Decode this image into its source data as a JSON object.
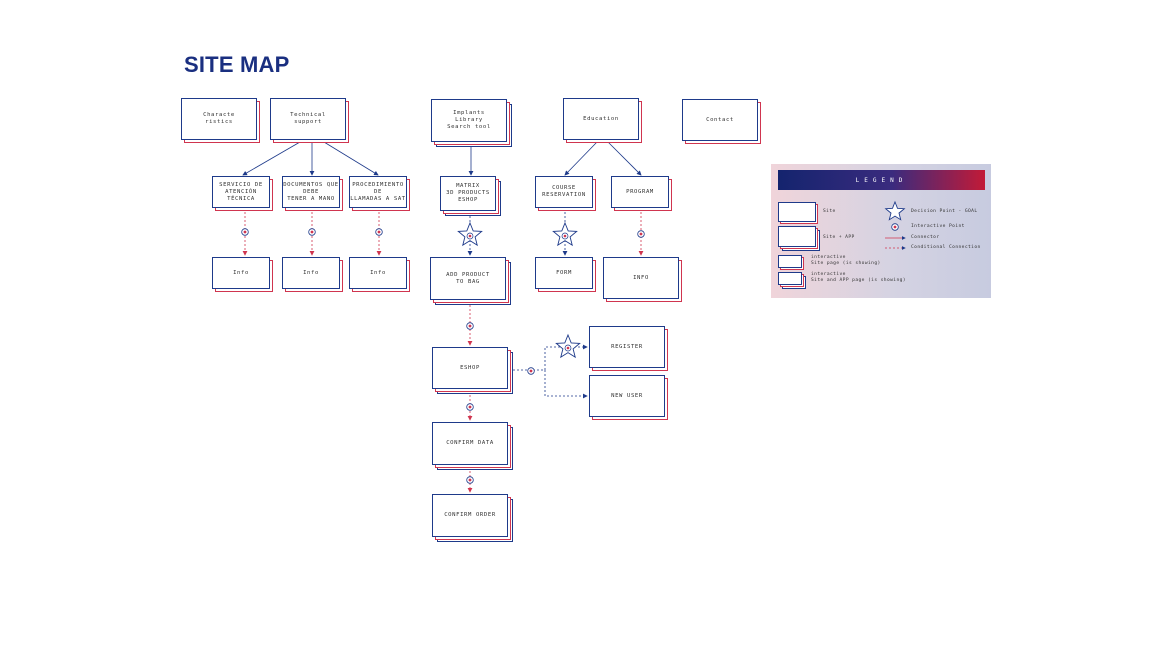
{
  "title": "SITE MAP",
  "colors": {
    "navy": "#1e3a8a",
    "red": "#d0354f",
    "title": "#1a2f80"
  },
  "nodes": {
    "characteristics": "Characte\nristics",
    "technical_support": "Technical\nsupport",
    "implants": "Implants\nLibrary\nSearch tool",
    "education": "Education",
    "contact": "Contact",
    "servicio": "SERVICIO DE\nATENCIÓN\nTÉCNICA",
    "documentos": "DOCUMENTOS QUE\nDEBE\nTENER A MANO",
    "procedimiento": "PROCEDIMIENTO\nDE\nLLAMADAS A SAT",
    "matrix": "MATRIX\n3D PRODUCTS\nESHOP",
    "course": "COURSE\nRESERVATION",
    "program": "PROGRAM",
    "info1": "Info",
    "info2": "Info",
    "info3": "Info",
    "add_product": "ADD PRODUCT\nTO BAG",
    "form": "FORM",
    "info4": "INFO",
    "eshop": "ESHOP",
    "register": "REGISTER",
    "new_user": "NEW USER",
    "confirm_data": "CONFIRM DATA",
    "confirm_order": "CONFIRM ORDER"
  },
  "legend": {
    "title": "LEGEND",
    "site": "Site",
    "site_app": "Site + APP",
    "decision": "Decision Point - GOAL",
    "interactive_point": "Interactive Point",
    "connector": "Connector",
    "conditional": "Conditional Connection",
    "interactive_site": "interactive\nSite page (is showing)",
    "interactive_site_app": "interactive\nSite and APP page (is showing)"
  }
}
